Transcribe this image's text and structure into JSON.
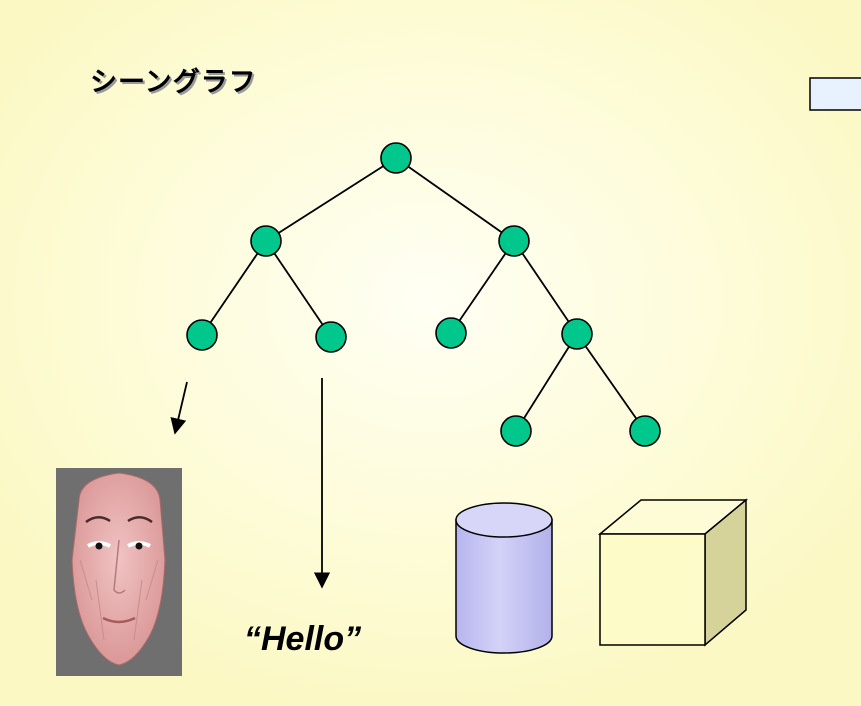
{
  "title": "シーングラフ",
  "text_node_label": "“Hello”",
  "colors": {
    "background": "#fdfbd2",
    "node_fill": "#00c88c",
    "node_stroke": "#000000",
    "cylinder_fill": "#c9c8f5",
    "cube_front": "#fdfbc8",
    "cube_top": "#fdfcd6",
    "cube_side": "#d6d39a",
    "face_bg": "#6f6f6f",
    "face_skin": "#e9b1b1",
    "legend_box": "#e8f2ff"
  },
  "tree": {
    "nodes": [
      "root",
      "left",
      "right",
      "left-left",
      "left-right",
      "right-left",
      "right-right",
      "right-right-left",
      "right-right-right"
    ],
    "edges": [
      [
        "root",
        "left"
      ],
      [
        "root",
        "right"
      ],
      [
        "left",
        "left-left"
      ],
      [
        "left",
        "left-right"
      ],
      [
        "right",
        "right-left"
      ],
      [
        "right",
        "right-right"
      ],
      [
        "right-right",
        "right-right-left"
      ],
      [
        "right-right",
        "right-right-right"
      ]
    ],
    "references": [
      [
        "left-left",
        "face-image"
      ],
      [
        "left-right",
        "hello-text"
      ]
    ]
  },
  "objects": [
    "face-image",
    "hello-text",
    "cylinder",
    "cube"
  ]
}
